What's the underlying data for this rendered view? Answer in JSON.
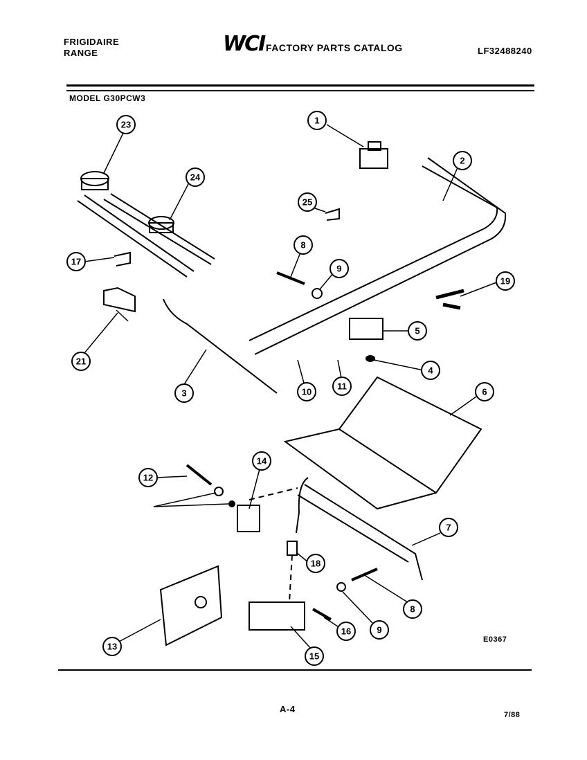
{
  "header": {
    "brand_line1": "FRIGIDAIRE",
    "brand_line2": "RANGE",
    "logo_text": "WCI",
    "catalog_title": "FACTORY PARTS CATALOG",
    "catalog_number": "LF32488240"
  },
  "model_label": "MODEL G30PCW3",
  "diagram_code": "E0367",
  "footer": {
    "page": "A-4",
    "date": "7/88"
  },
  "callouts": [
    "1",
    "2",
    "3",
    "4",
    "5",
    "6",
    "7",
    "8",
    "9",
    "10",
    "11",
    "12",
    "13",
    "14",
    "15",
    "16",
    "17",
    "18",
    "19",
    "21",
    "23",
    "24",
    "25"
  ]
}
